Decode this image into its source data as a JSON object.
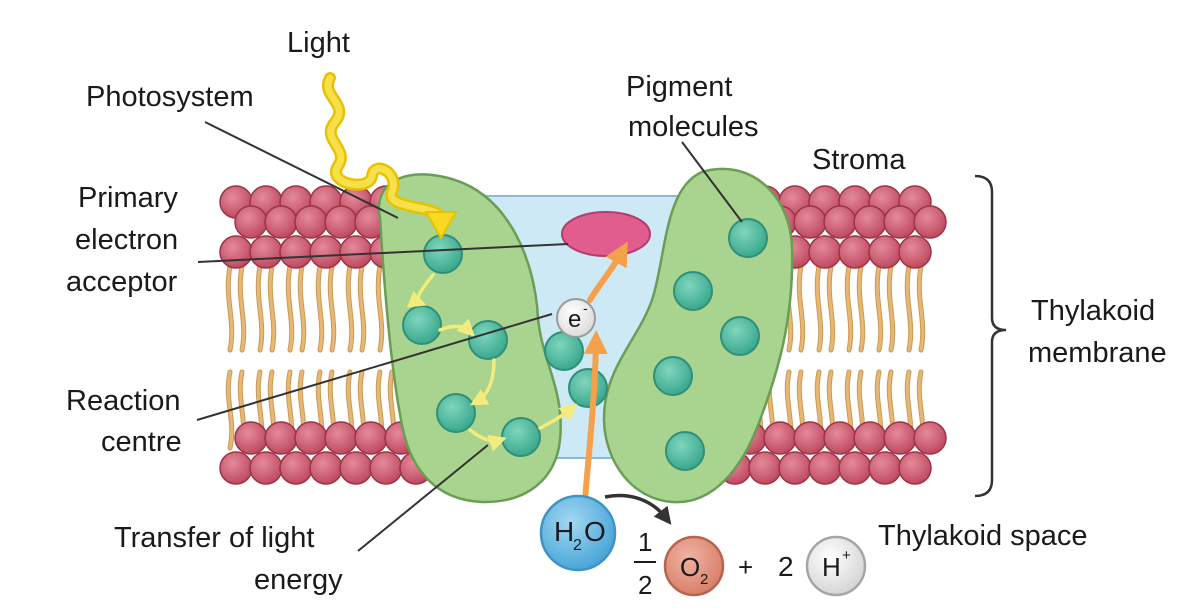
{
  "labels": {
    "light": "Light",
    "photosystem": "Photosystem",
    "primary_acceptor": [
      "Primary",
      "electron",
      "acceptor"
    ],
    "reaction_centre": [
      "Reaction",
      "centre"
    ],
    "transfer": [
      "Transfer of light",
      "energy"
    ],
    "pigment": [
      "Pigment",
      "molecules"
    ],
    "stroma": "Stroma",
    "thylakoid_membrane": [
      "Thylakoid",
      "membrane"
    ],
    "thylakoid_space": "Thylakoid space"
  },
  "chemistry": {
    "electron": {
      "symbol": "e",
      "charge": "-"
    },
    "water": {
      "h": "H",
      "sub": "2",
      "o": "O"
    },
    "fraction": {
      "num": "1",
      "den": "2"
    },
    "oxygen": {
      "symbol": "O",
      "sub": "2"
    },
    "plus": "+",
    "coefficient": "2",
    "proton": {
      "symbol": "H",
      "charge": "+"
    }
  },
  "colors": {
    "lipid_head": "#c9536a",
    "lipid_tail": "#e8b774",
    "photosystem_fill": "#a9d48f",
    "pigment_fill": "#4bbfa4",
    "channel_fill": "#cce9f5",
    "acceptor_fill": "#e05d8e",
    "light_arrow": "#f7d921",
    "electron_path": "#f5a04a",
    "water_fill": "#6bbbe4",
    "oxygen_fill": "#e0907a",
    "proton_fill": "#e9e9e9"
  }
}
